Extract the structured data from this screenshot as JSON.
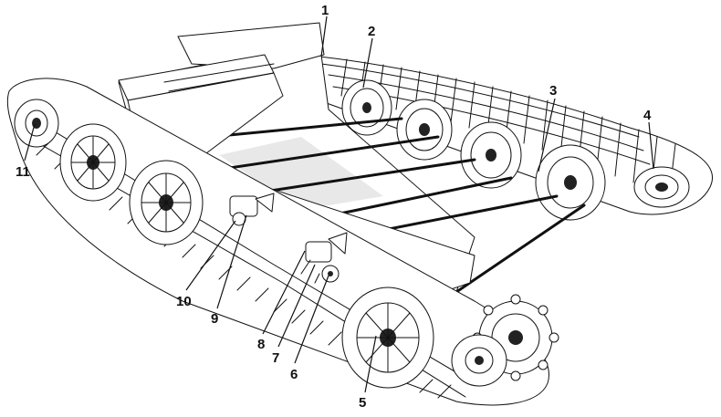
{
  "callouts": [
    {
      "id": "1",
      "label": "1"
    },
    {
      "id": "2",
      "label": "2"
    },
    {
      "id": "3",
      "label": "3"
    },
    {
      "id": "4",
      "label": "4"
    },
    {
      "id": "5",
      "label": "5"
    },
    {
      "id": "6",
      "label": "6"
    },
    {
      "id": "7",
      "label": "7"
    },
    {
      "id": "8",
      "label": "8"
    },
    {
      "id": "9",
      "label": "9"
    },
    {
      "id": "10",
      "label": "10"
    },
    {
      "id": "11",
      "label": "11"
    }
  ],
  "palette": {
    "ink": "#111111",
    "paper": "#ffffff",
    "shade": "#bdbdbd"
  }
}
